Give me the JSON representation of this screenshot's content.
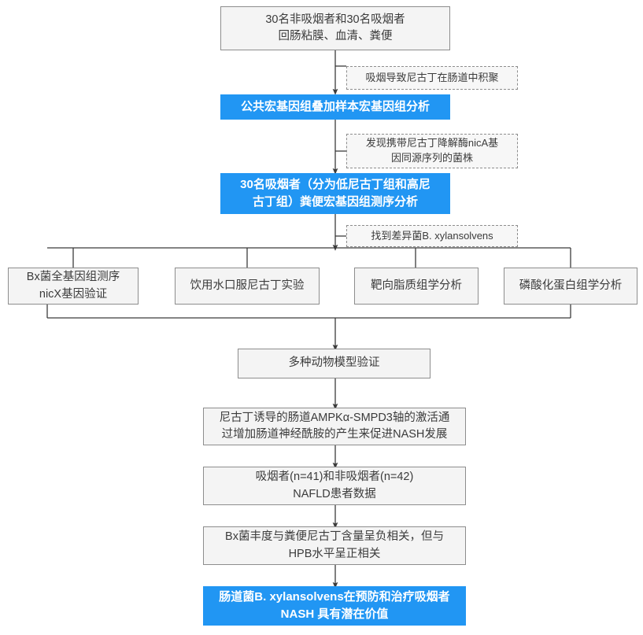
{
  "diagram": {
    "type": "flowchart",
    "orientation": "top-to-bottom",
    "colors": {
      "highlight_fill": "#2196f3",
      "highlight_text": "#ffffff",
      "plain_fill": "#f4f4f4",
      "plain_border": "#8d8d8d",
      "plain_text": "#3b3b3b",
      "annotation_border": "#8d8d8d",
      "connector": "#3b3b3b",
      "background": "#ffffff"
    },
    "nodes": [
      {
        "id": "cohort",
        "style": "plain",
        "text": "30名非吸烟者和30名吸烟者\n回肠粘膜、血清、粪便"
      },
      {
        "id": "annot-nicotine-accumulation",
        "style": "annotation",
        "text": "吸烟导致尼古丁在肠道中积聚"
      },
      {
        "id": "public-metagenome",
        "style": "highlight",
        "text": "公共宏基因组叠加样本宏基因组分析"
      },
      {
        "id": "annot-nica-strain",
        "style": "annotation",
        "text": "发现携带尼古丁降解酶nicA基\n因同源序列的菌株"
      },
      {
        "id": "smoker-metagenome",
        "style": "highlight",
        "text": "30名吸烟者（分为低尼古丁组和高尼\n古丁组）粪便宏基因组测序分析"
      },
      {
        "id": "annot-bxylansolvens",
        "style": "annotation",
        "text": "找到差异菌B. xylansolvens"
      },
      {
        "id": "branch-genome-nicx",
        "style": "plain",
        "text": "Bx菌全基因组测序\nnicX基因验证"
      },
      {
        "id": "branch-drinking-water",
        "style": "plain",
        "text": "饮用水口服尼古丁实验"
      },
      {
        "id": "branch-lipidomics",
        "style": "plain",
        "text": "靶向脂质组学分析"
      },
      {
        "id": "branch-phosphoproteomics",
        "style": "plain",
        "text": "磷酸化蛋白组学分析"
      },
      {
        "id": "animal-models",
        "style": "plain",
        "text": "多种动物模型验证"
      },
      {
        "id": "mechanism",
        "style": "plain",
        "text": "尼古丁诱导的肠道AMPKα-SMPD3轴的激活通\n过增加肠道神经酰胺的产生来促进NASH发展"
      },
      {
        "id": "nafld-patients",
        "style": "plain",
        "text": "吸烟者(n=41)和非吸烟者(n=42)\nNAFLD患者数据"
      },
      {
        "id": "correlation",
        "style": "plain",
        "text": "Bx菌丰度与粪便尼古丁含量呈负相关，但与\nHPB水平呈正相关"
      },
      {
        "id": "conclusion",
        "style": "highlight",
        "text": "肠道菌B. xylansolvens在预防和治疗吸烟者\nNASH 具有潜在价值"
      }
    ]
  }
}
